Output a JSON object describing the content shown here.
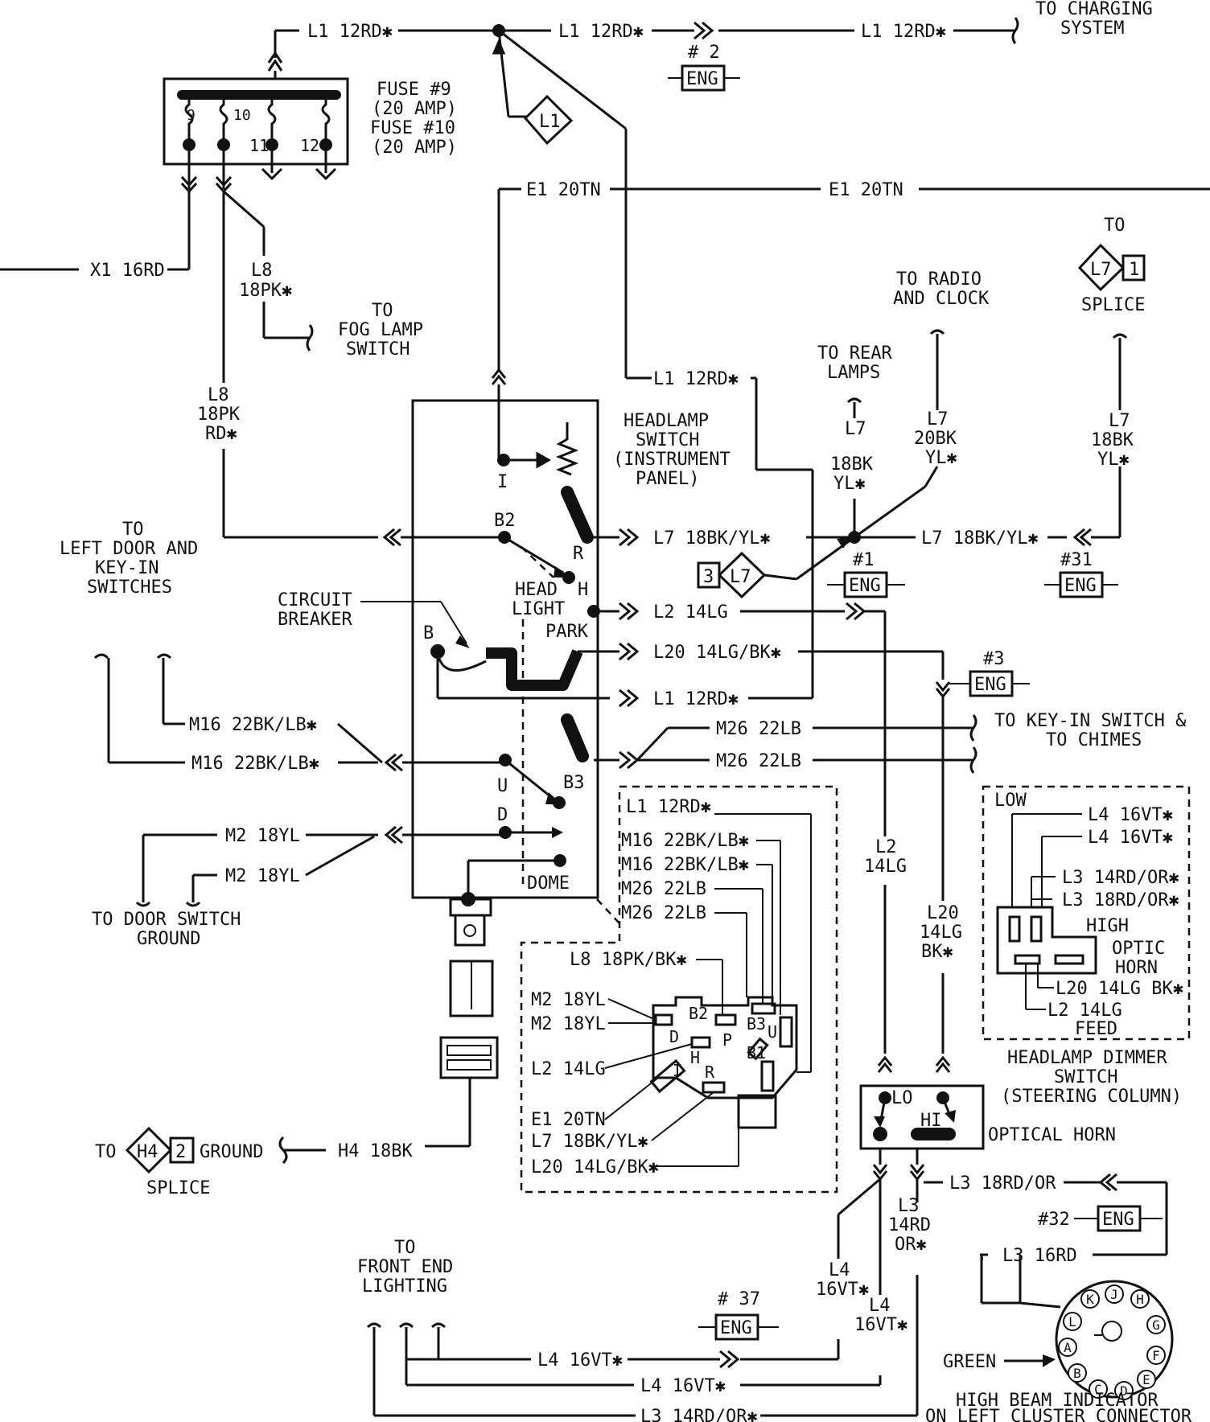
{
  "wires": {
    "l1_12rd": "L1 12RD✱",
    "e1_20tn": "E1 20TN",
    "x1_16rd": "X1 16RD",
    "l8": "L8",
    "18pk": "18PK✱",
    "18pk_b": "18PK",
    "rd": "RD✱",
    "l7_18bk_yl": "L7 18BK/YL✱",
    "l7": "L7",
    "18bk": "18BK",
    "20bk": "20BK",
    "yl": "YL✱",
    "l2_14lg": "L2 14LG",
    "l20_14lg_bk": "L20 14LG/BK✱",
    "l1_12rd_b": "L1 12RD✱",
    "m16": "M16 22BK/LB✱",
    "m26": "M26 22LB",
    "m2": "M2 18YL",
    "h4_18bk": "H4 18BK",
    "l2": "L2",
    "14lg": "14LG",
    "l20": "L20",
    "14lg_b": "14LG",
    "bk": "BK✱",
    "l3_18rd_or": "L3 18RD/OR",
    "l3": "L3",
    "14rd": "14RD",
    "or": "OR✱",
    "l3_16rd": "L3 16RD",
    "l4": "L4",
    "16vt": "16VT✱",
    "l4_16vt": "L4 16VT✱",
    "l3_14rd_or": "L3 14RD/OR✱"
  },
  "labels": {
    "to_charging": "TO CHARGING",
    "system": "SYSTEM",
    "fuse9": "FUSE #9",
    "fuse9_amp": "(20 AMP)",
    "fuse10": "FUSE #10",
    "fuse10_amp": "(20 AMP)",
    "to_fog_1": "TO",
    "to_fog_2": "FOG LAMP",
    "to_fog_3": "SWITCH",
    "to_radio_1": "TO RADIO",
    "to_radio_2": "AND CLOCK",
    "to_rear_1": "TO REAR",
    "to_rear_2": "LAMPS",
    "to_splice_top": "TO",
    "splice": "SPLICE",
    "hs_1": "HEADLAMP",
    "hs_2": "SWITCH",
    "hs_3": "(INSTRUMENT",
    "hs_4": "PANEL)",
    "left_door_1": "TO",
    "left_door_2": "LEFT DOOR AND",
    "left_door_3": "KEY-IN",
    "left_door_4": "SWITCHES",
    "cb_1": "CIRCUIT",
    "cb_2": "BREAKER",
    "to_keyin_1": "TO KEY-IN SWITCH &",
    "to_keyin_2": "TO CHIMES",
    "to_door_1": "TO DOOR SWITCH",
    "to_door_2": "GROUND",
    "to_h4": "TO",
    "ground": "GROUND",
    "splice_h4": "SPLICE",
    "to_front_1": "TO",
    "to_front_2": "FRONT END",
    "to_front_3": "LIGHTING",
    "dimmer_1": "HEADLAMP DIMMER",
    "dimmer_2": "SWITCH",
    "dimmer_3": "(STEERING COLUMN)",
    "optical_horn": "OPTICAL HORN",
    "green": "GREEN",
    "hb_1": "HIGH BEAM INDICATOR",
    "hb_2": "ON LEFT CLUSTER CONNECTOR",
    "low": "LOW",
    "high": "HIGH",
    "optic": "OPTIC",
    "horn": "HORN",
    "feed": "FEED",
    "l4_16vt_p": "L4 16VT✱",
    "l3_14rdor_p": "L3 14RD/OR✱",
    "l3_18rdor_p": "L3 18RD/OR✱",
    "l20_p": "L20 14LG BK✱",
    "l2_14lg_p": "L2 14LG"
  },
  "switch_terms": {
    "i": "I",
    "b2": "B2",
    "r": "R",
    "head": "HEAD",
    "light": "LIGHT",
    "h": "H",
    "park": "PARK",
    "b": "B",
    "u": "U",
    "b3": "B3",
    "d": "D",
    "dome": "DOME",
    "lo": "LO",
    "hi": "HI",
    "p": "P",
    "b1": "B1"
  },
  "connector_pins": {
    "l1": "L1 12RD✱",
    "m16a": "M16 22BK/LB✱",
    "m16b": "M16 22BK/LB✱",
    "m26a": "M26 22LB",
    "m26b": "M26 22LB",
    "l8": "L8 18PK/BK✱",
    "m2a": "M2 18YL",
    "m2b": "M2 18YL",
    "l2": "L2 14LG",
    "e1": "E1 20TN",
    "l7": "L7 18BK/YL✱",
    "l20": "L20 14LG/BK✱"
  },
  "connectors": {
    "eng": "ENG",
    "c2": "# 2",
    "c1": "#1",
    "c3": "#3",
    "c31": "#31",
    "c32": "#32",
    "c37": "# 37"
  },
  "fuse_nums": {
    "f9": "9",
    "f10": "10",
    "f11": "11",
    "f12": "12"
  },
  "splices": {
    "l1": "L1",
    "l7": "L7",
    "l7_num": "1",
    "l7_3": "3",
    "h4": "H4",
    "h4_num": "2"
  },
  "pins_circle": [
    "K",
    "J",
    "H",
    "L",
    "G",
    "A",
    "F",
    "B",
    "C",
    "D",
    "E"
  ]
}
